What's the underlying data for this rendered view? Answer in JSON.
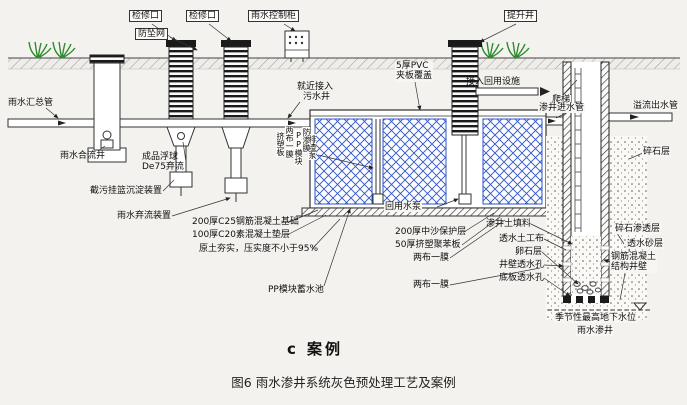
{
  "figure": {
    "case_label": "c 案例",
    "caption": "图6 雨水渗井系统灰色预处理工艺及案例"
  },
  "labels": {
    "inspection_port_1": "检修口",
    "inspection_port_2": "检修口",
    "anti_fall_net": "防坠网",
    "rain_control_cabinet": "雨水控制柜",
    "lift_well": "提升井",
    "rain_main_pipe": "雨水汇总管",
    "rain_confluence_well": "雨水合流井",
    "float_ball": "成品浮球",
    "de75_discard": "De75弃流",
    "silt_basket_device": "截污挂篮沉淀装置",
    "discard_device": "雨水弃流装置",
    "nearby_connect": "就近接入",
    "sewage_well": "污水井",
    "pvc_line1": "5厚PVC",
    "pvc_line2": "夹板覆盖",
    "reuse_facility": "接入回用设施",
    "ladder": "爬梯",
    "infiltration_inlet_pipe": "渗井进水管",
    "overflow_outlet_pipe": "溢流出水管",
    "gravel_layer": "碎石层",
    "slag_pump": "排渣泵",
    "xps_board": "挤塑板",
    "membrane_left": "两布一膜",
    "pp_module": "PP模块",
    "impermeable_membrane": "防渗膜",
    "reuse_pump": "回用水泵",
    "c25_foundation": "200厚C25钢筋混凝土基础",
    "c20_cushion": "100厚C20素混凝土垫层",
    "soil_compaction": "原土夯实，压实度不小于95%",
    "pp_module_tank": "PP模块蓄水池",
    "sand_protection_layer": "200厚中沙保护层",
    "xps_50_board": "50厚挤塑聚苯板",
    "membrane_1": "两布一膜",
    "membrane_2": "两布一膜",
    "well_soil_filler": "渗井土填料",
    "permeable_geotextile": "透水土工布",
    "pebble_layer": "卵石层",
    "wall_permeable_holes": "井壁透水孔",
    "bottom_permeable_holes": "底板透水孔",
    "gravel_permeable_layer": "碎石渗透层",
    "permeable_sand_layer": "透水砂层",
    "rc_wall_line1": "钢筋混凝土",
    "rc_wall_line2": "结构井壁",
    "groundwater_level": "季节性最高地下水位",
    "rain_infiltration_well": "雨水渗井"
  },
  "colors": {
    "module_blue": "#2f55c8",
    "grass_green": "#2e8b2e",
    "line": "#222222",
    "background": "#f3f2ef"
  }
}
